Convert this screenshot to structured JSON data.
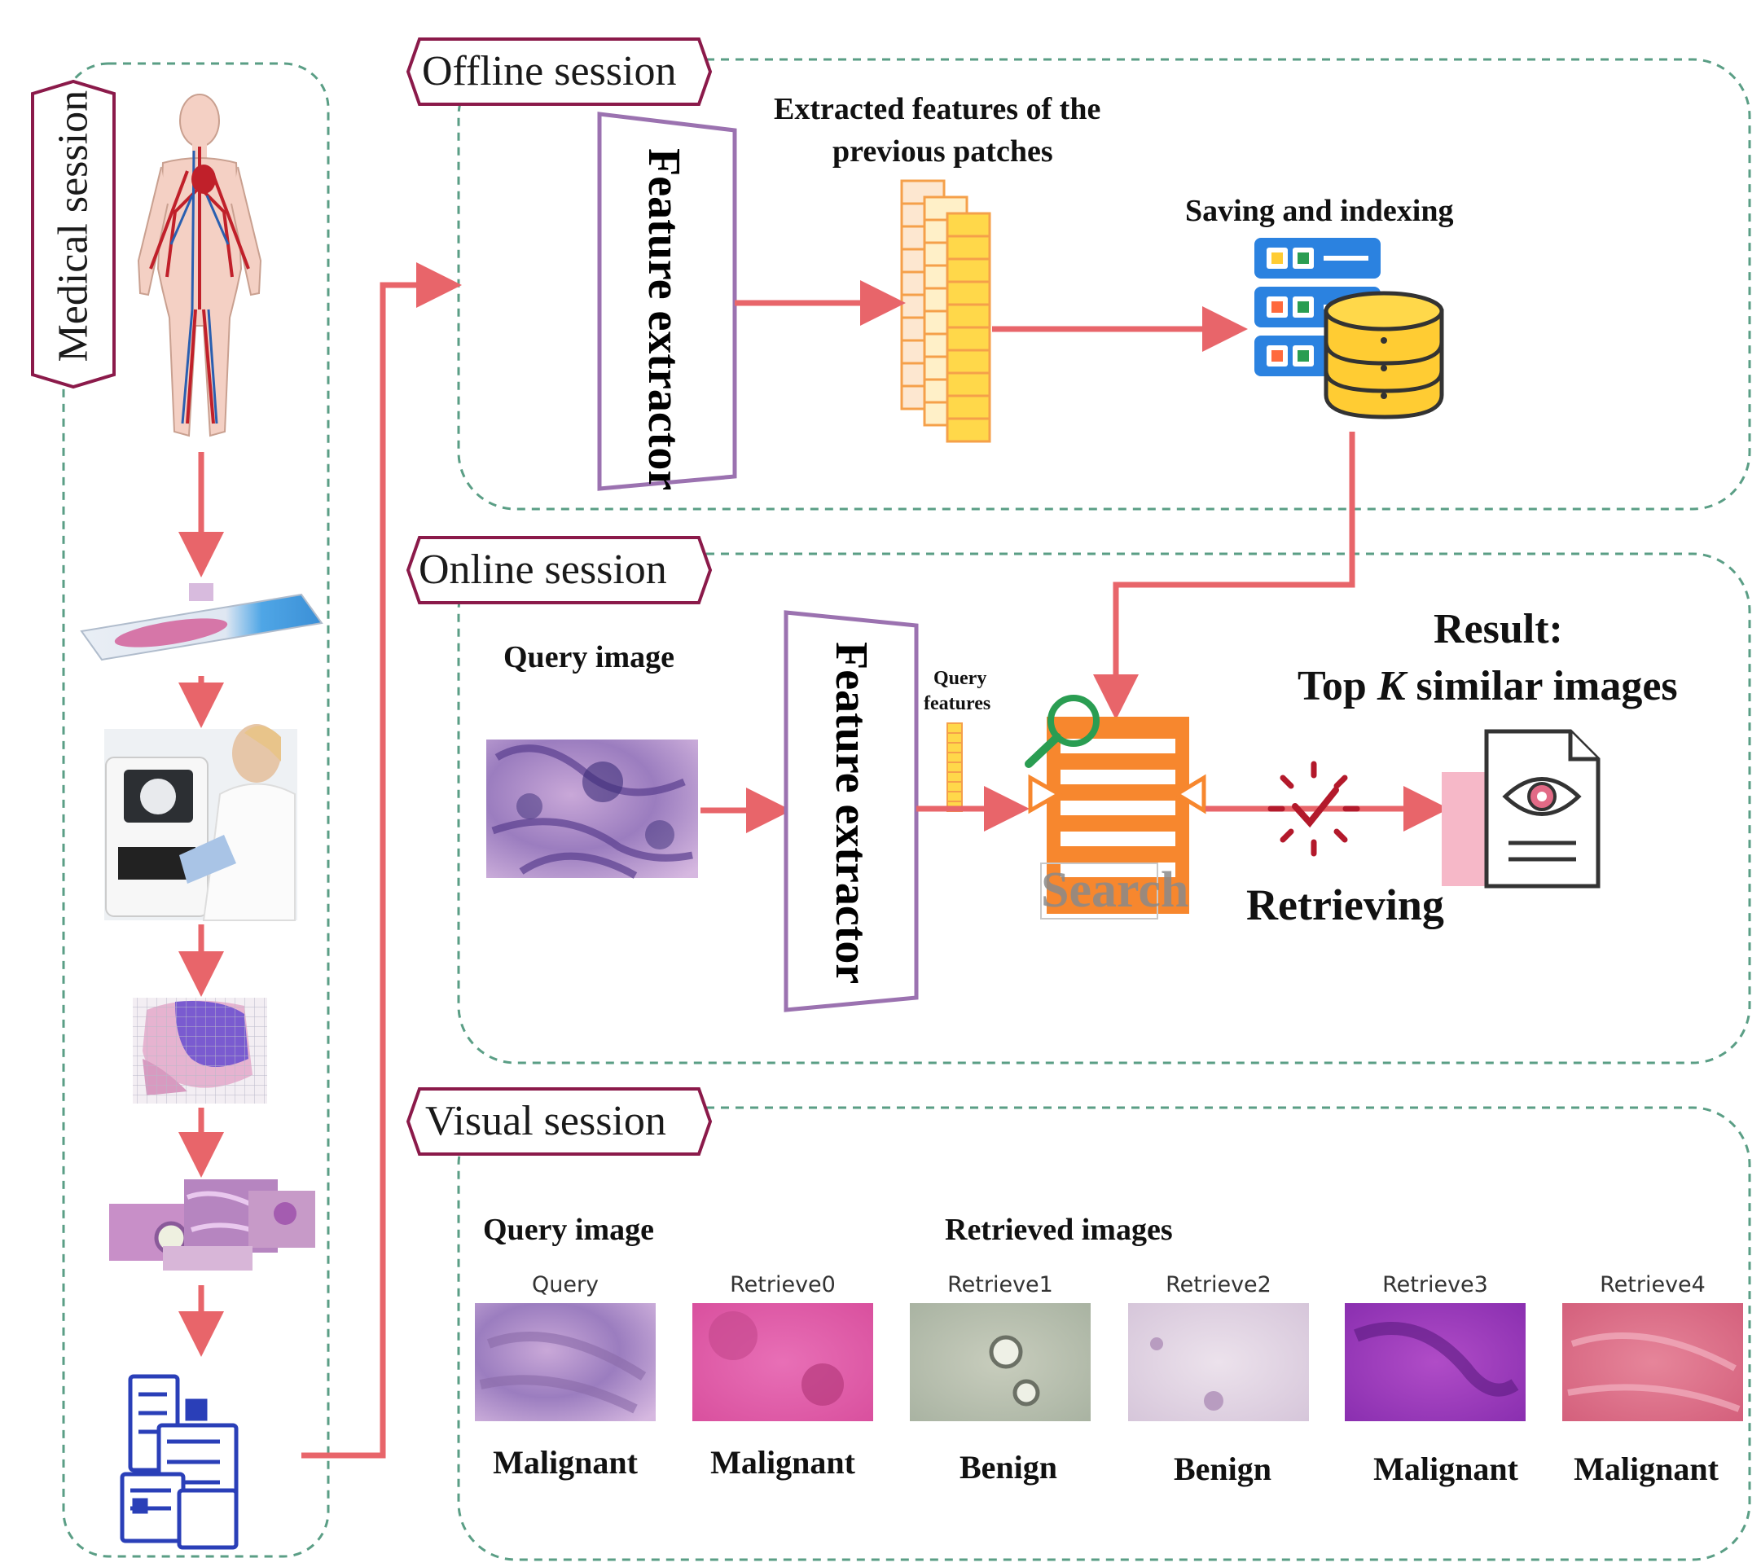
{
  "sessions": {
    "medical": {
      "title": "Medical session"
    },
    "offline": {
      "title": "Offline session",
      "extractor_label": "Feature extractor",
      "features_label_line1": "Extracted features of the",
      "features_label_line2": "previous patches",
      "saving_label": "Saving and indexing"
    },
    "online": {
      "title": "Online session",
      "query_label": "Query image",
      "extractor_label": "Feature extractor",
      "query_features_line1": "Query",
      "query_features_line2": "features",
      "search_label": "Search",
      "retrieving_label": "Retrieving",
      "result_line1": "Result:",
      "result_line2_prefix": "Top ",
      "result_line2_k": "K",
      "result_line2_suffix": " similar images"
    },
    "visual": {
      "title": "Visual session",
      "query_heading": "Query image",
      "retrieved_heading": "Retrieved images",
      "thumbnails": [
        {
          "title": "Query",
          "class": "Malignant"
        },
        {
          "title": "Retrieve0",
          "class": "Malignant"
        },
        {
          "title": "Retrieve1",
          "class": "Benign"
        },
        {
          "title": "Retrieve2",
          "class": "Benign"
        },
        {
          "title": "Retrieve3",
          "class": "Malignant"
        },
        {
          "title": "Retrieve4",
          "class": "Malignant"
        }
      ]
    }
  },
  "colors": {
    "arrow": "#e8656a",
    "dashed_border": "#5a9e85",
    "tag_border": "#8b1a4a",
    "extractor_border": "#9b72b0",
    "feature_orange": "#f5a04a",
    "feature_yellow": "#ffd84a",
    "server_blue": "#2b82e0",
    "db_yellow": "#ffcc33",
    "search_orange": "#f7872e",
    "search_green": "#2a9d52",
    "retrieve_red": "#b3192b",
    "slide_blue": "#5aaae0",
    "tissue_pink": "#c25a9a",
    "tissue_purple": "#6a4fb3"
  }
}
